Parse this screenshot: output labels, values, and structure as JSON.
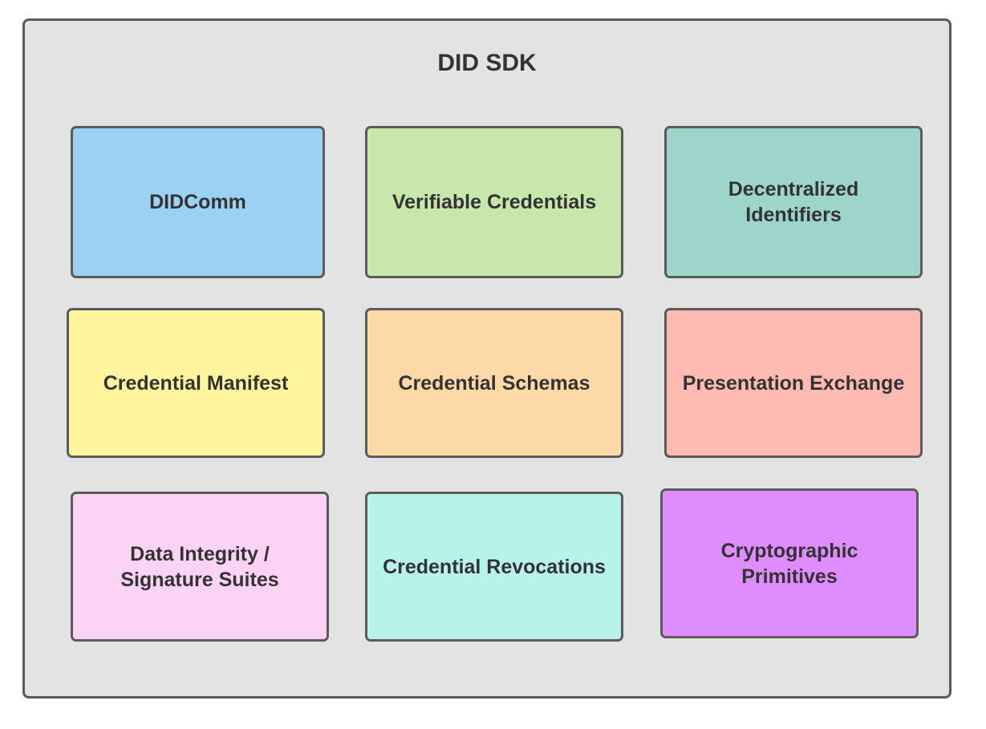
{
  "diagram": {
    "title": "DID SDK",
    "blocks": [
      {
        "label": "DIDComm",
        "color": "#9dd1f3"
      },
      {
        "label": "Verifiable Credentials",
        "color": "#c8e7ad"
      },
      {
        "label": "Decentralized\nIdentifiers",
        "color": "#9dd5cb"
      },
      {
        "label": "Credential Manifest",
        "color": "#fff59e"
      },
      {
        "label": "Credential Schemas",
        "color": "#fdd9a8"
      },
      {
        "label": "Presentation Exchange",
        "color": "#ffbbb2"
      },
      {
        "label": "Data Integrity /\nSignature Suites",
        "color": "#fdd3f5"
      },
      {
        "label": "Credential Revocations",
        "color": "#b8f3eb"
      },
      {
        "label": "Cryptographic\nPrimitives",
        "color": "#df8cff"
      }
    ]
  }
}
